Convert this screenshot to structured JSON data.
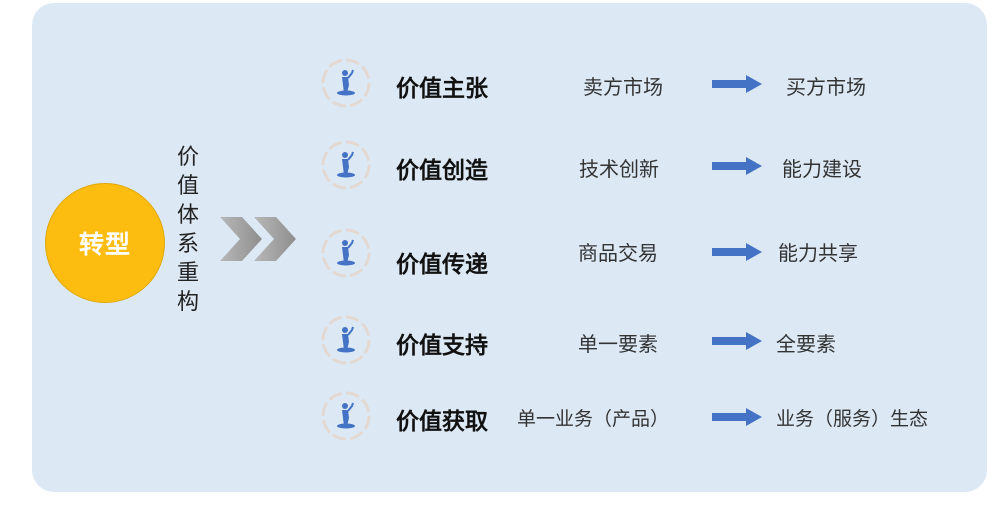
{
  "center": {
    "label": "转型",
    "color": "#fdbd10"
  },
  "vertical_label": [
    "价",
    "值",
    "体",
    "系",
    "重",
    "构"
  ],
  "colors": {
    "panel_bg": "#dce9f5",
    "arrow": "#4472c4",
    "chevron": "#a6a6a6",
    "icon": "#4472c4"
  },
  "rows": [
    {
      "title": "价值主张",
      "from": "卖方市场",
      "to": "买方市场"
    },
    {
      "title": "价值创造",
      "from": "技术创新",
      "to": "能力建设"
    },
    {
      "title": "价值传递",
      "from": "商品交易",
      "to": "能力共享"
    },
    {
      "title": "价值支持",
      "from": "单一要素",
      "to": "全要素"
    },
    {
      "title": "价值获取",
      "from": "单一业务（产品）",
      "to": "业务（服务）生态"
    }
  ]
}
